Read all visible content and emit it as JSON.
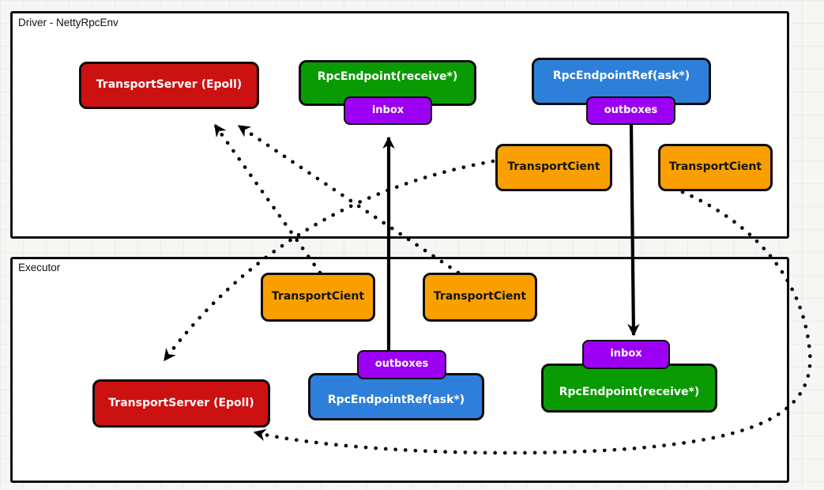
{
  "colors": {
    "red": "#cc1111",
    "green": "#0a9b04",
    "blue": "#2e7fd9",
    "purple": "#9b00f2",
    "orange": "#f9a000",
    "outline": "#0d0d0d",
    "canvas": "#f6f6f4"
  },
  "driver": {
    "label": "Driver - NettyRpcEnv",
    "transport_server": "TransportServer (Epoll)",
    "rpc_endpoint": "RpcEndpoint(receive*)",
    "inbox": "inbox",
    "rpc_endpoint_ref": "RpcEndpointRef(ask*)",
    "outboxes": "outboxes",
    "transport_client_left": "TransportCient",
    "transport_client_right": "TransportCient"
  },
  "executor": {
    "label": "Executor",
    "transport_client_left": "TransportCient",
    "transport_client_right": "TransportCient",
    "outboxes": "outboxes",
    "rpc_endpoint_ref": "RpcEndpointRef(ask*)",
    "transport_server": "TransportServer (Epoll)",
    "inbox": "inbox",
    "rpc_endpoint": "RpcEndpoint(receive*)"
  }
}
